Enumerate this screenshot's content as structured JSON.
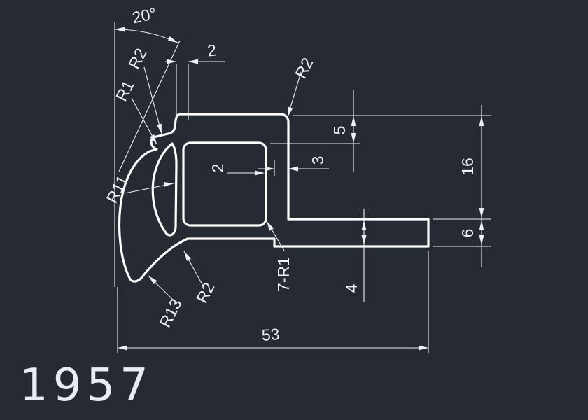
{
  "canvas": {
    "background_color": "#262a33",
    "profile_line_color": "#ffffff",
    "dimension_color": "#eef1f4"
  },
  "drawing_number": "1957",
  "labels": {
    "angle": "20°",
    "r2_top_left": "R2",
    "r1_top_left": "R1",
    "width_2_top": "2",
    "r2_top_right": "R2",
    "dim_5": "5",
    "dim_3": "3",
    "dim_2_inner": "2",
    "r11": "R11",
    "dim_16": "16",
    "dim_6": "6",
    "dim_4": "4",
    "fillets_7_r1": "7-R1",
    "r2_bottom": "R2",
    "r13": "R13",
    "dim_53": "53"
  }
}
